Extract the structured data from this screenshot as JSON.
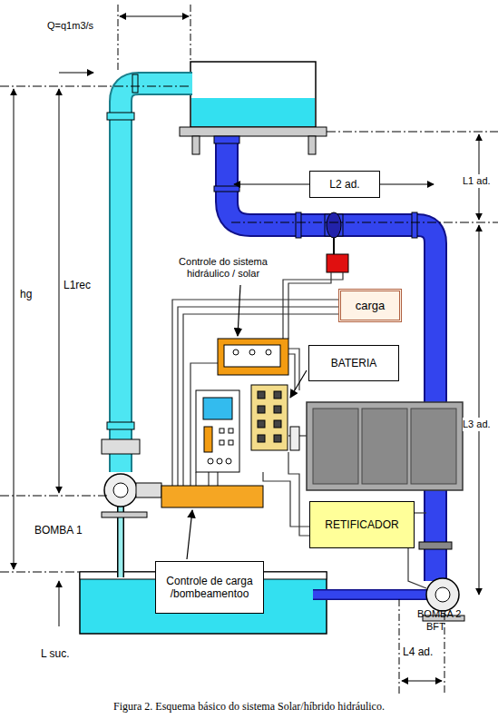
{
  "diagram": {
    "caption": "Figura 2. Esquema básico do sistema Solar/híbrido hidráulico.",
    "nodes": [
      {
        "text": [
          "L2 ad."
        ]
      },
      {
        "text": [
          "carga"
        ]
      },
      {
        "text": [
          "BATERIA"
        ]
      },
      {
        "text": [
          "RETIFICADOR"
        ]
      },
      {
        "text": [
          "Controle de carga /bombeamentoo"
        ]
      }
    ],
    "labels": [
      "Q=q1m3/s",
      "hg",
      "L1rec",
      "L1 ad.",
      "L3 ad.",
      "Controle do sistema hidráulico / solar",
      "BOMBA 1",
      "BOMBA 2",
      "BFT",
      "L suc.",
      "L4 ad."
    ]
  }
}
